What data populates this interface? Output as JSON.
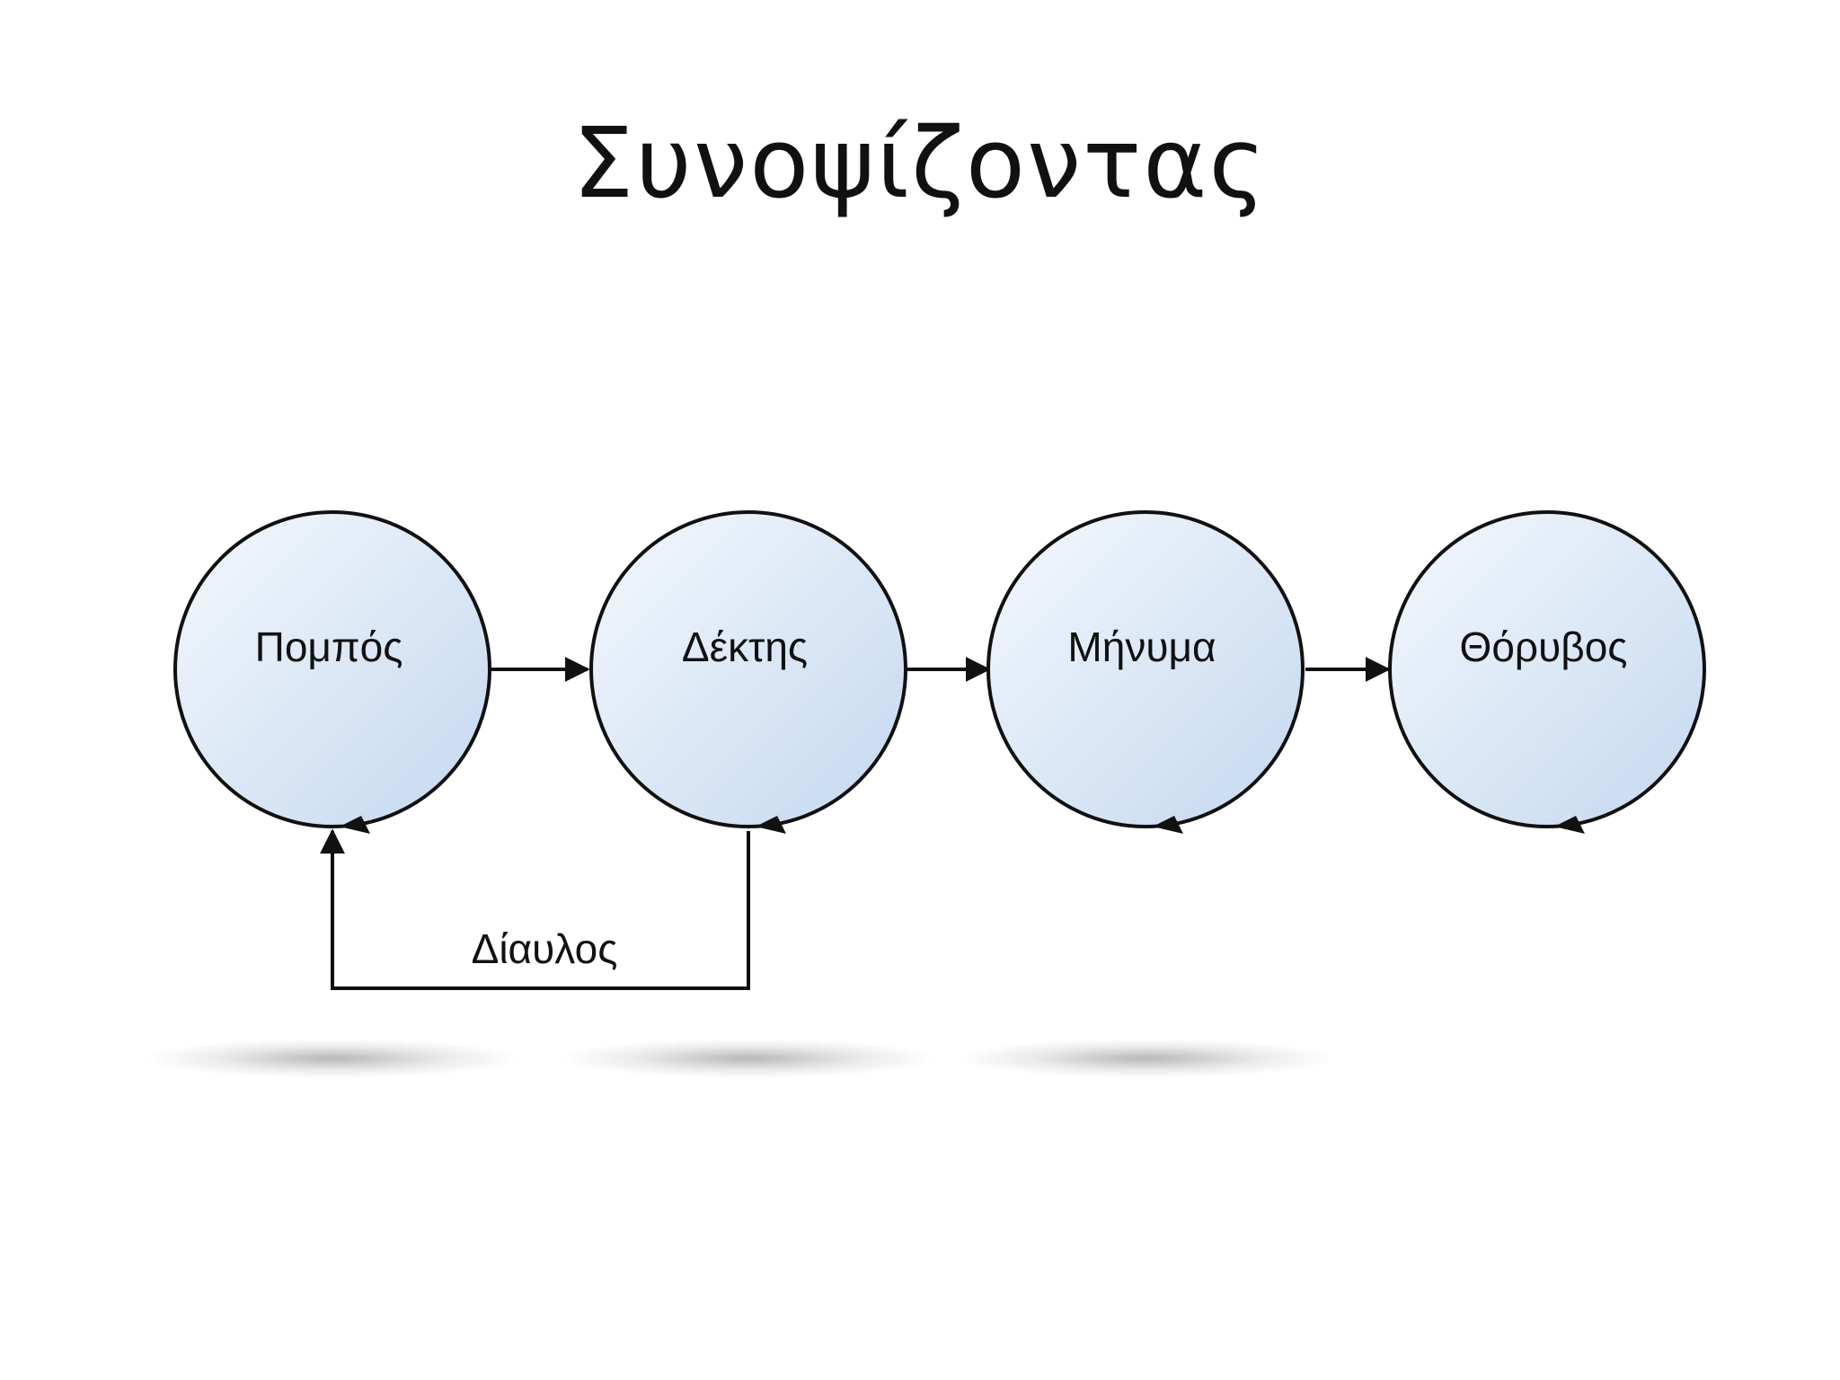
{
  "slide": {
    "title": "Συνοψίζοντας"
  },
  "diagram": {
    "nodes": [
      {
        "id": "pompos",
        "label": "Πομπός"
      },
      {
        "id": "dektis",
        "label": "Δέκτης"
      },
      {
        "id": "minyma",
        "label": "Μήνυμα"
      },
      {
        "id": "thoryvos",
        "label": "Θόρυβος"
      }
    ],
    "edges": [
      {
        "from": "pompos",
        "to": "dektis"
      },
      {
        "from": "dektis",
        "to": "minyma"
      },
      {
        "from": "minyma",
        "to": "thoryvos"
      },
      {
        "from": "dektis",
        "to": "pompos",
        "label": "Δίαυλος"
      }
    ],
    "colors": {
      "node_fill_light": "#f4f8fd",
      "node_fill_dark": "#c4d8ef",
      "stroke": "#111111"
    }
  }
}
